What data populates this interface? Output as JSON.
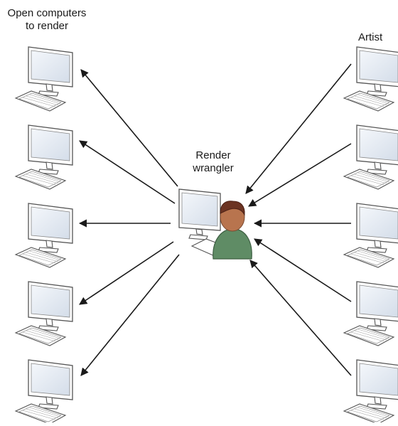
{
  "labels": {
    "open_computers_line1": "Open computers",
    "open_computers_line2": "to render",
    "artist": "Artist",
    "render_line1": "Render",
    "render_line2": "wrangler"
  },
  "colors": {
    "screen_fill": "#e3eaf3",
    "monitor_outline": "#555555",
    "arrow": "#1a1a1a",
    "person_hair": "#6b3322",
    "person_face": "#b8744e",
    "person_body": "#5f8c65"
  },
  "icons": {
    "open_computer": "computer-icon",
    "artist_computer": "computer-icon",
    "wrangler": "person-at-computer-icon"
  },
  "diagram": {
    "open_computer_count": 5,
    "artist_computer_count": 5,
    "flow": "artist computers send jobs to the render wrangler, who distributes them to open computers"
  }
}
